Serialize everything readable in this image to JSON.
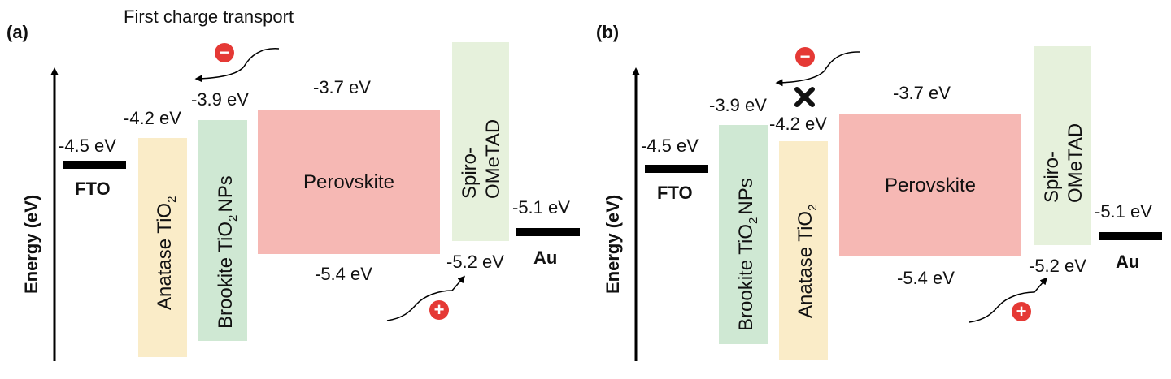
{
  "colors": {
    "anatase": "#faecc8",
    "brookite": "#cfe8d3",
    "perovskite": "#f6b8b4",
    "spiro": "#e6f1dc",
    "electrode": "#000000",
    "charge": "#e53935"
  },
  "energy_axis_label": "Energy (eV)",
  "charge_symbols": {
    "electron": "−",
    "hole": "+"
  },
  "panel_a": {
    "tag": "(a)",
    "caption": "First charge transport",
    "fto": {
      "name": "FTO",
      "energy": "-4.5 eV"
    },
    "anatase": {
      "name": "Anatase TiO",
      "subscript": "2",
      "energy": "-4.2 eV"
    },
    "brookite": {
      "name_pre": "Brookite TiO",
      "subscript": "2",
      "name_post": "NPs",
      "energy": "-3.9 eV"
    },
    "perovskite": {
      "name": "Perovskite",
      "cb": "-3.7 eV",
      "vb": "-5.4 eV"
    },
    "spiro": {
      "line1": "Spiro-",
      "line2": "OMeTAD",
      "vb": "-5.2 eV"
    },
    "au": {
      "name": "Au",
      "energy": "-5.1 eV"
    }
  },
  "panel_b": {
    "tag": "(b)",
    "blocked_icon": "cross-mark",
    "fto": {
      "name": "FTO",
      "energy": "-4.5 eV"
    },
    "brookite": {
      "name_pre": "Brookite TiO",
      "subscript": "2",
      "name_post": "NPs",
      "energy": "-3.9 eV"
    },
    "anatase": {
      "name": "Anatase TiO",
      "subscript": "2",
      "energy": "-4.2 eV"
    },
    "perovskite": {
      "name": "Perovskite",
      "cb": "-3.7 eV",
      "vb": "-5.4 eV"
    },
    "spiro": {
      "line1": "Spiro-",
      "line2": "OMeTAD",
      "vb": "-5.2 eV"
    },
    "au": {
      "name": "Au",
      "energy": "-5.1 eV"
    }
  }
}
